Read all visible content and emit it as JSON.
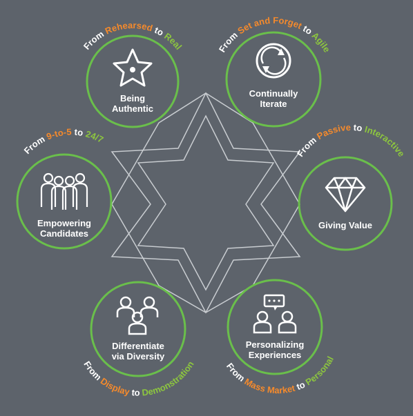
{
  "colors": {
    "background": "#5d636b",
    "ring": "#6abf4b",
    "from_accent": "#f58a2c",
    "to_accent": "#8dc63f",
    "text": "#ffffff",
    "star": "#c9cdd1"
  },
  "nodes": [
    {
      "id": "authentic",
      "icon": "star-icon",
      "label_line1": "Being",
      "label_line2": "Authentic",
      "arc": {
        "prefix": "From ",
        "from": "Rehearsed",
        "mid": " to ",
        "to": "Real"
      }
    },
    {
      "id": "iterate",
      "icon": "refresh-icon",
      "label_line1": "Continually",
      "label_line2": "Iterate",
      "arc": {
        "prefix": "From ",
        "from": "Set and Forget",
        "mid": " to ",
        "to": "Agile"
      }
    },
    {
      "id": "value",
      "icon": "diamond-icon",
      "label_line1": "Giving Value",
      "label_line2": "",
      "arc": {
        "prefix": "From ",
        "from": "Passive",
        "mid": " to ",
        "to": "Interactive"
      }
    },
    {
      "id": "personalizing",
      "icon": "chat-people-icon",
      "label_line1": "Personalizing",
      "label_line2": "Experiences",
      "arc": {
        "prefix": "From ",
        "from": "Mass Market",
        "mid": " to ",
        "to": "Personal"
      }
    },
    {
      "id": "diversity",
      "icon": "diverse-people-icon",
      "label_line1": "Differentiate",
      "label_line2": "via Diversity",
      "arc": {
        "prefix": "From ",
        "from": "Display",
        "mid": " to ",
        "to": "Demonstration"
      }
    },
    {
      "id": "empowering",
      "icon": "group-icon",
      "label_line1": "Empowering",
      "label_line2": "Candidates",
      "arc": {
        "prefix": "From ",
        "from": "9-to-5",
        "mid": " to ",
        "to": "24/7"
      }
    }
  ]
}
